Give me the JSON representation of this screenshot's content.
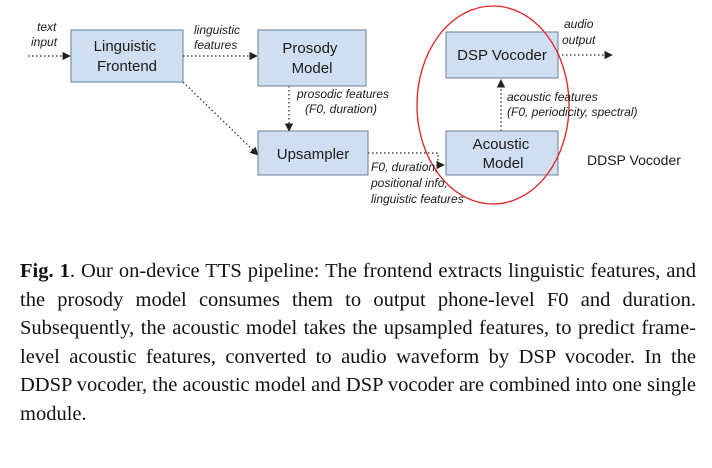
{
  "diagram": {
    "nodes": {
      "frontend": [
        "Linguistic",
        "Frontend"
      ],
      "prosody": [
        "Prosody",
        "Model"
      ],
      "upsampler": [
        "Upsampler"
      ],
      "dsp": [
        "DSP Vocoder"
      ],
      "acoustic": [
        "Acoustic",
        "Model"
      ]
    },
    "labels": {
      "text_input": [
        "text",
        "input"
      ],
      "linguistic_features": [
        "linguistic",
        "features"
      ],
      "prosodic_features": [
        "prosodic features",
        "(F0, duration)"
      ],
      "upsampler_out": [
        "F0, duration,",
        "positional info,",
        "linguistic features"
      ],
      "acoustic_features": [
        "acoustic features",
        "(F0, periodicity, spectral)"
      ],
      "audio_output": [
        "audio",
        "output"
      ],
      "ddsp_vocoder": "DDSP Vocoder"
    },
    "colors": {
      "box_fill": "#cfdff1",
      "box_stroke": "#6b7f99",
      "circle": "#e02020",
      "waveform_start": "#3a55c8",
      "waveform_end": "#43c96b"
    }
  },
  "caption": {
    "label": "Fig. 1",
    "text": ". Our on-device TTS pipeline: The frontend extracts linguistic features, and the prosody model consumes them to output phone-level F0 and duration. Subsequently, the acoustic model takes the upsampled features, to predict frame-level acoustic features, converted to audio waveform by DSP vocoder. In the DDSP vocoder, the acoustic model and DSP vocoder are combined into one single module."
  }
}
